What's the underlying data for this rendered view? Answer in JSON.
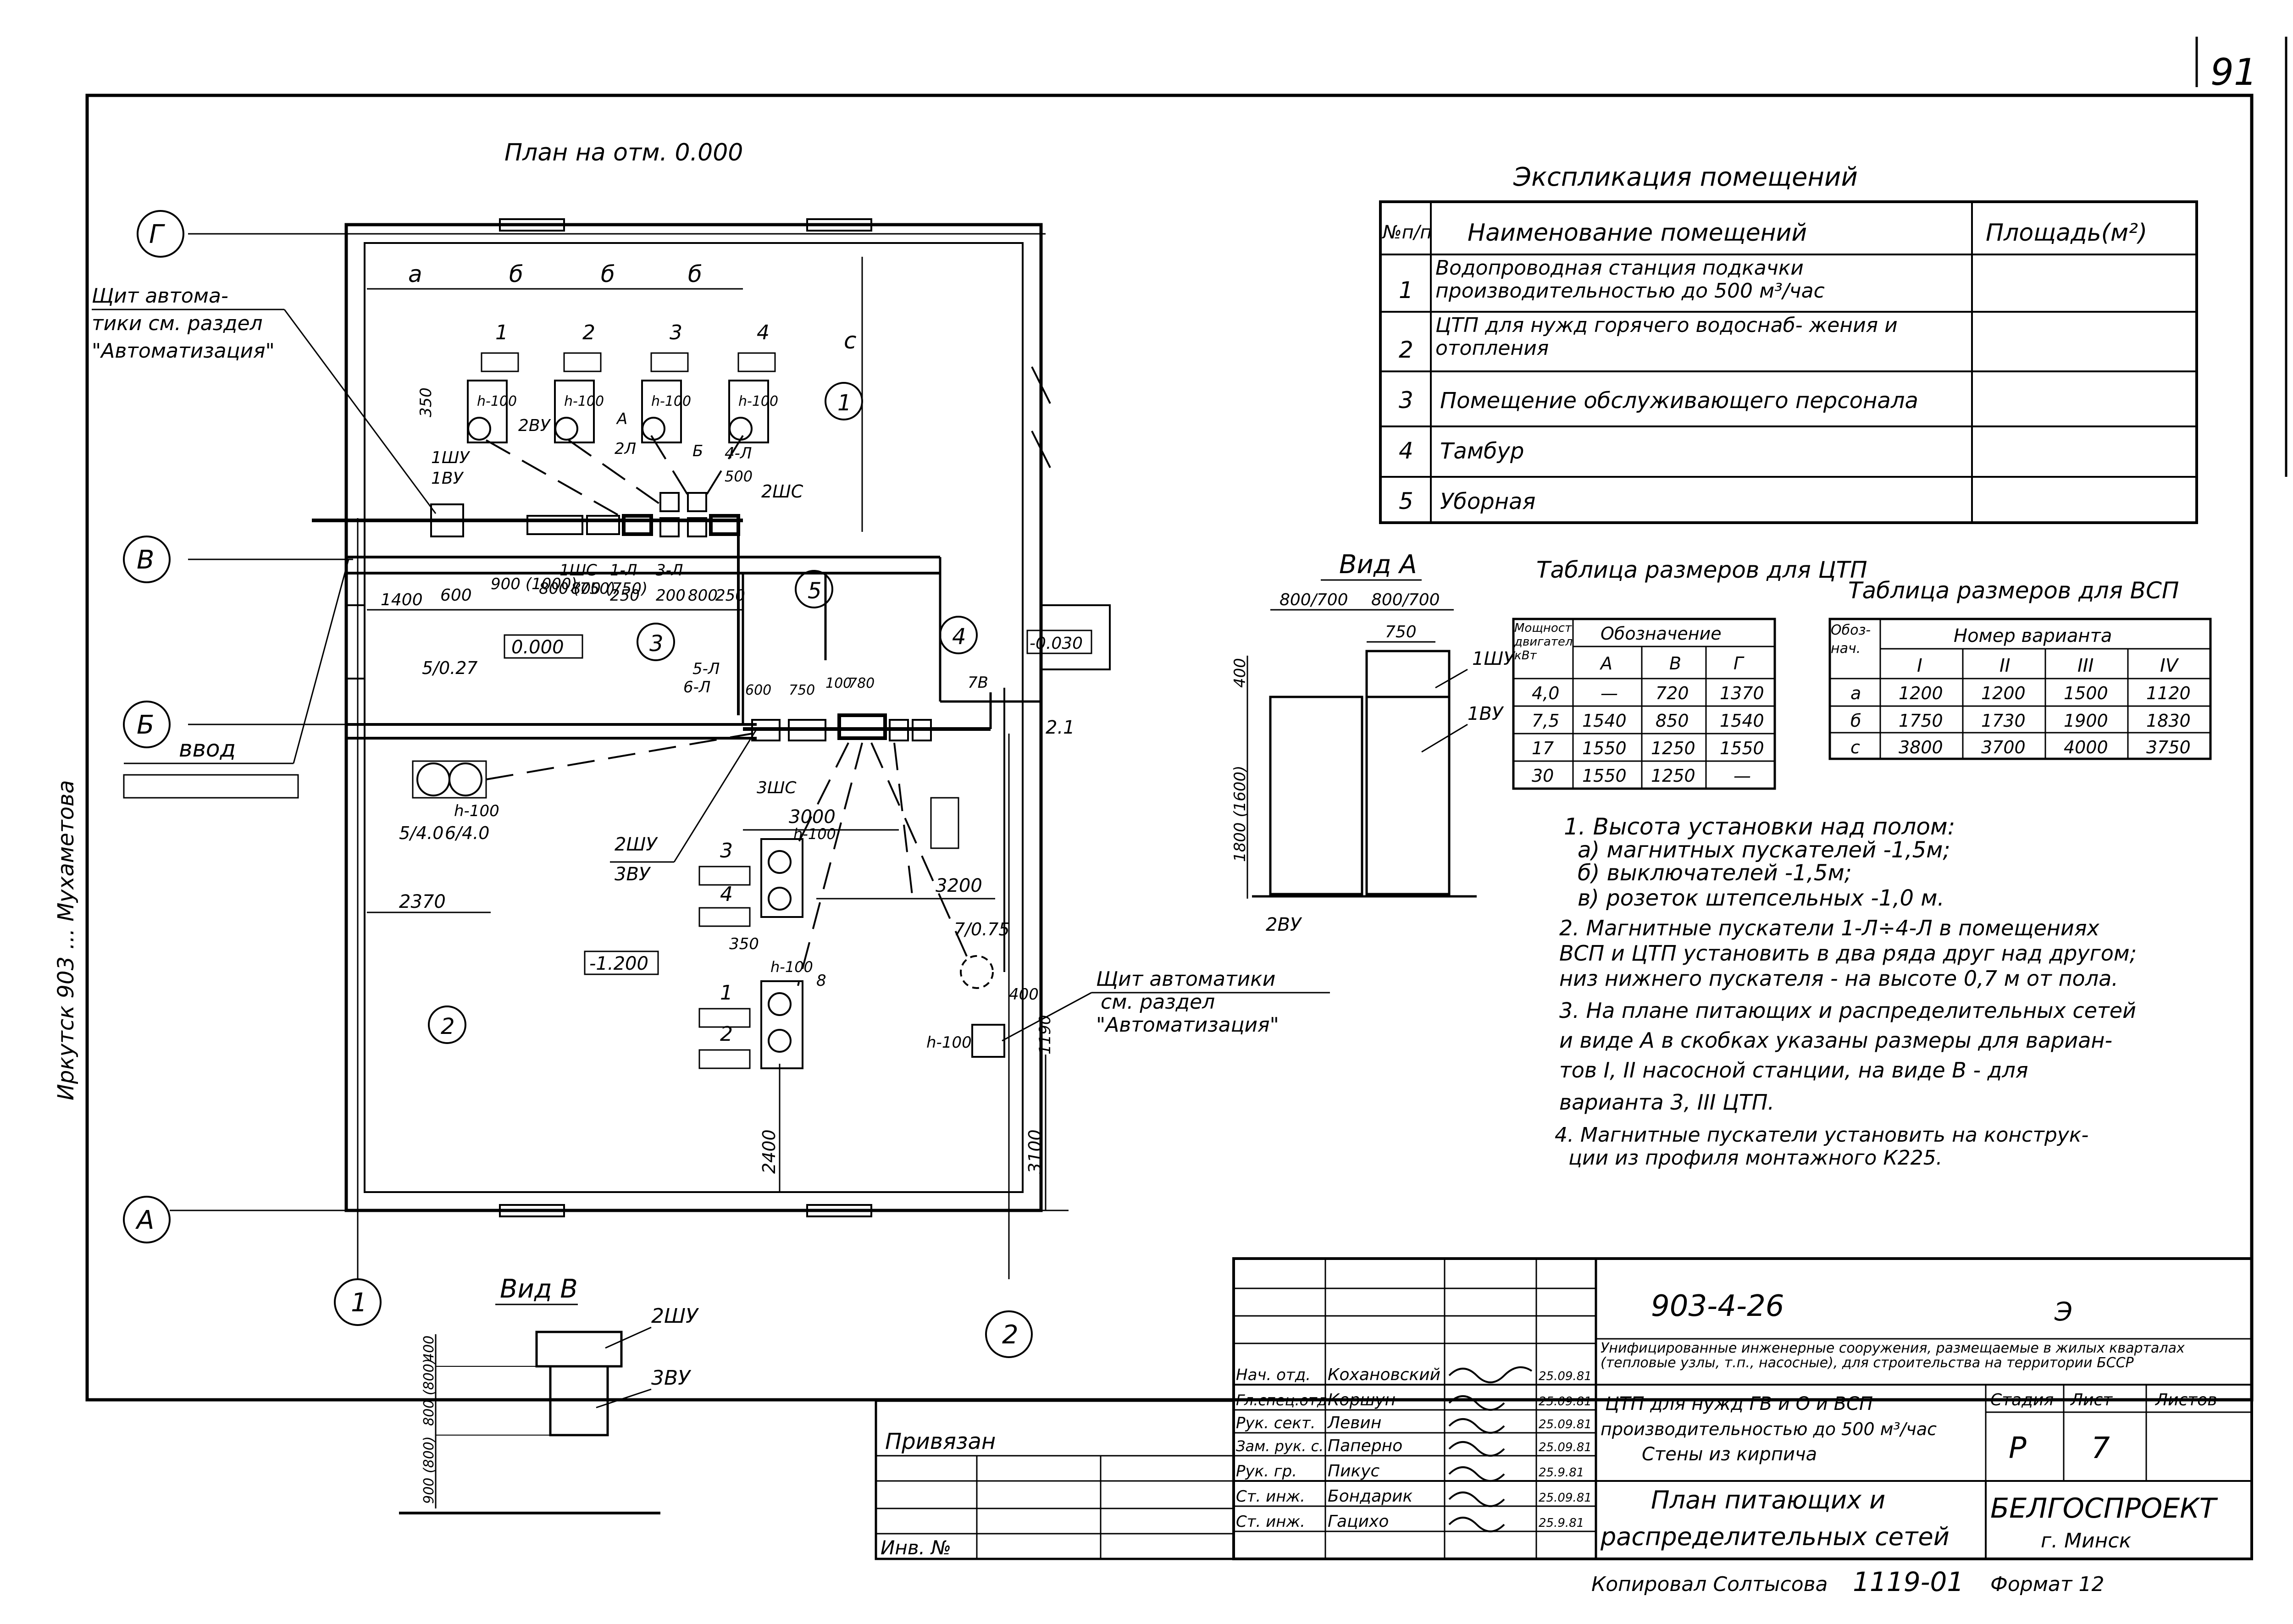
{
  "sheet_number": "91",
  "plan_title": "План на отм. 0.000",
  "axes": {
    "g": "Г",
    "v": "В",
    "b": "Б",
    "a": "А",
    "n1": "1",
    "n2": "2"
  },
  "plan": {
    "dims_top": [
      "а",
      "б",
      "б",
      "б"
    ],
    "dim_c": "с",
    "motors": [
      "1",
      "2",
      "3",
      "4"
    ],
    "motor_power": "h-100",
    "rooms": [
      "1",
      "2",
      "3",
      "4",
      "5"
    ],
    "levels": [
      "0.000",
      "-1.200",
      "-0.030"
    ],
    "panel_note": [
      "Щит автома-",
      "тики см. раздел",
      "\"Автоматизация\""
    ],
    "panel_note2": [
      "Щит автоматики",
      "см. раздел",
      "\"Автоматизация\""
    ],
    "labels": [
      "1ШУ",
      "1ВУ",
      "2ВУ",
      "2ШС",
      "1ШС",
      "1-Л",
      "2Л",
      "3-Л",
      "4-Л",
      "5-Л",
      "6-Л",
      "Б",
      "А",
      "7В",
      "3ШС",
      "2ШУ",
      "3ВУ",
      "8",
      "350",
      "500",
      "2.1"
    ],
    "dims_row": [
      "1400",
      "600",
      "900 (1000)",
      "800 (750)",
      "800 (750)",
      "250",
      "200",
      "800",
      "250"
    ],
    "dims_misc": [
      "600",
      "750",
      "100",
      "780",
      "3000",
      "3200",
      "2370",
      "2400",
      "3100",
      "400",
      "1190",
      "350"
    ],
    "cable_tags": [
      "5/0.27",
      "5/4.0",
      "6/4.0",
      "7/0.75"
    ],
    "vvod": "ввод",
    "lower_motors": [
      "3",
      "4",
      "1",
      "2"
    ]
  },
  "explication": {
    "title": "Экспликация помещений",
    "headers": [
      "№п/п",
      "Наименование помещений",
      "Площадь(м²)"
    ],
    "rows": [
      [
        "1",
        "Водопроводная станция подкачки производительностью до 500 м³/час",
        ""
      ],
      [
        "2",
        "ЦТП для нужд горячего водоснаб- жения и отопления",
        ""
      ],
      [
        "3",
        "Помещение обслуживающего персонала",
        ""
      ],
      [
        "4",
        "Тамбур",
        ""
      ],
      [
        "5",
        "Уборная",
        ""
      ]
    ]
  },
  "view_a": {
    "title": "Вид А",
    "dims": [
      "800/700",
      "800/700",
      "750",
      "400",
      "1800 (1600)"
    ],
    "labels": [
      "1ШУ",
      "1ВУ",
      "2ВУ"
    ]
  },
  "ctp_table": {
    "title": "Таблица размеров для ЦТП",
    "headers": [
      "Мощность двигателя кВт",
      "Обозначение",
      "А",
      "В",
      "Г"
    ],
    "rows": [
      [
        "4,0",
        "—",
        "720",
        "1370"
      ],
      [
        "7,5",
        "1540",
        "850",
        "1540"
      ],
      [
        "17",
        "1550",
        "1250",
        "1550"
      ],
      [
        "30",
        "1550",
        "1250",
        "—"
      ]
    ]
  },
  "vsp_table": {
    "title": "Таблица размеров для ВСП",
    "headers": [
      "Обоз- нач.",
      "Номер варианта",
      "I",
      "II",
      "III",
      "IV"
    ],
    "rows": [
      [
        "а",
        "1200",
        "1200",
        "1500",
        "1120"
      ],
      [
        "б",
        "1750",
        "1730",
        "1900",
        "1830"
      ],
      [
        "с",
        "3800",
        "3700",
        "4000",
        "3750"
      ]
    ]
  },
  "notes": [
    "1. Высота установки над полом:",
    "а) магнитных пускателей -1,5м;",
    "б) выключателей -1,5м;",
    "в) розеток штепсельных -1,0 м.",
    "2. Магнитные пускатели 1-Л÷4-Л в помещениях",
    "ВСП и ЦТП установить в два ряда друг над другом;",
    "низ нижнего пускателя - на высоте 0,7 м от пола.",
    "3. На плане питающих и распределительных сетей",
    "и виде А в скобках указаны размеры для вариан-",
    "тов I, II насосной станции, на виде В - для",
    "варианта 3, III ЦТП.",
    "4. Магнитные пускатели установить на конструк-",
    "ции из профиля монтажного К225."
  ],
  "view_b": {
    "title": "Вид В",
    "labels": [
      "2ШУ",
      "3ВУ"
    ],
    "dims": [
      "400",
      "800 (800)",
      "900 (800)"
    ]
  },
  "stamp": {
    "code": "903-4-26",
    "letter": "Э",
    "project": "Унифицированные инженерные сооружения, размещаемые в жилых кварталах (тепловые узлы, т.п., насосные), для строительства на территории БССР",
    "object": [
      "ЦТП для нужд ГВ и О и ВСП",
      "производительностью до 500 м³/час",
      "Стены из кирпича"
    ],
    "sheet_title": [
      "План питающих и",
      "распределительных сетей"
    ],
    "stage_header": [
      "Стадия",
      "Лист",
      "Листов"
    ],
    "stage": "Р",
    "sheet": "7",
    "org": "БЕЛГОСПРОЕКТ",
    "city": "г. Минск",
    "privyazan": "Привязан",
    "inv": "Инв. №",
    "people": [
      [
        "Нач. отд.",
        "Кохановский",
        "25.09.81"
      ],
      [
        "Гл.спец.отд.",
        "Коршун",
        "25.09.81"
      ],
      [
        "Рук. сект.",
        "Левин",
        "25.09.81"
      ],
      [
        "Зам. рук. с.",
        "Паперно",
        "25.09.81"
      ],
      [
        "Рук. гр.",
        "Пикус",
        "25.9.81"
      ],
      [
        "Ст. инж.",
        "Бондарик",
        "25.09.81"
      ],
      [
        "Ст. инж.",
        "Гацихо",
        "25.9.81"
      ]
    ],
    "copied": "Копировал Солтысова",
    "number": "1119-01",
    "format": "Формат 12"
  },
  "side_text": "Иркутск 903 ... Мухаметова"
}
